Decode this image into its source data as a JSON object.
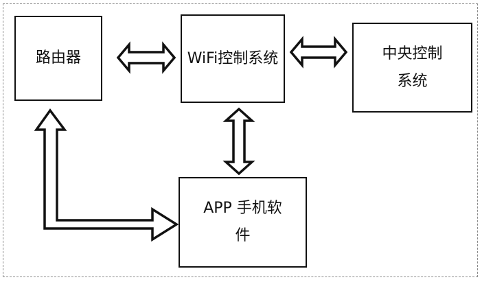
{
  "diagram": {
    "nodes": {
      "router": {
        "label": "路由器"
      },
      "wifi": {
        "label": "WiFi控制系统"
      },
      "central": {
        "label": "中央控制系统"
      },
      "app": {
        "label": "APP 手机软件"
      }
    },
    "edges": [
      {
        "from": "router",
        "to": "wifi",
        "direction": "bidirectional"
      },
      {
        "from": "wifi",
        "to": "central",
        "direction": "bidirectional"
      },
      {
        "from": "wifi",
        "to": "app",
        "direction": "bidirectional"
      },
      {
        "from": "router",
        "to": "app",
        "direction": "bidirectional"
      }
    ],
    "colors": {
      "stroke": "#111111",
      "fill": "#ffffff",
      "frame": "#8a8a8a"
    }
  }
}
